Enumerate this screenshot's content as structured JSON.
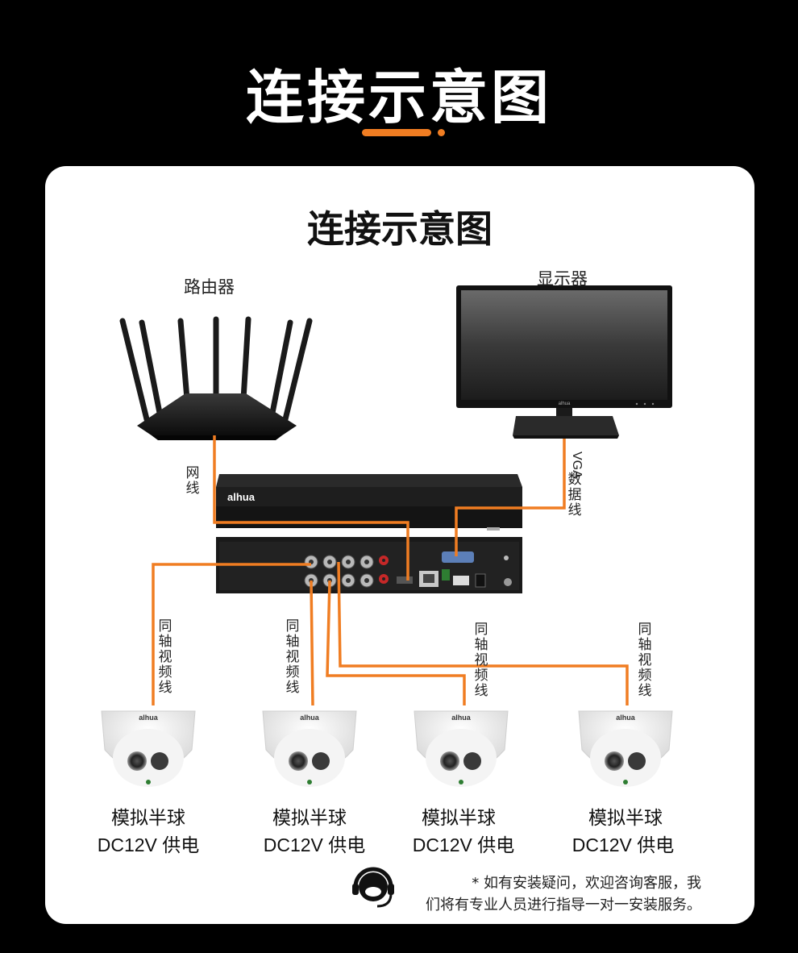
{
  "header": {
    "title": "连接示意图"
  },
  "card": {
    "title": "连接示意图"
  },
  "devices": {
    "router_label": "路由器",
    "monitor_label": "显示器",
    "nvr_brand": "alhua",
    "monitor_brand": "alhua"
  },
  "cables": {
    "network": "网线",
    "vga_prefix": "VGA",
    "vga_suffix": "数据线",
    "coax": [
      "同轴视频线",
      "同轴视频线",
      "同轴视频线",
      "同轴视频线"
    ]
  },
  "cameras": [
    {
      "name": "模拟半球",
      "power": "DC12V 供电",
      "brand": "alhua"
    },
    {
      "name": "模拟半球",
      "power": "DC12V 供电",
      "brand": "alhua"
    },
    {
      "name": "模拟半球",
      "power": "DC12V 供电",
      "brand": "alhua"
    },
    {
      "name": "模拟半球",
      "power": "DC12V 供电",
      "brand": "alhua"
    }
  ],
  "footer": {
    "note_line1": "* 如有安装疑问，欢迎咨询客服，我",
    "note_line2": "们将有专业人员进行指导一对一安装服务。",
    "icon": "headset-icon"
  },
  "colors": {
    "accent": "#f07d22",
    "background": "#000000",
    "card": "#ffffff"
  }
}
